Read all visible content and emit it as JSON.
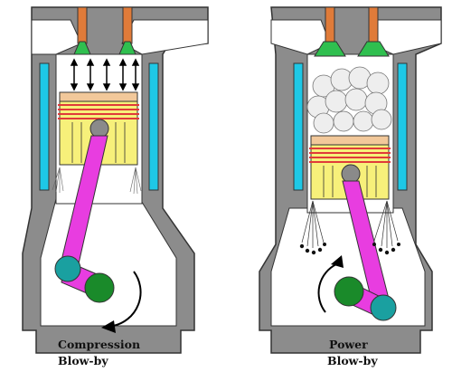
{
  "panels": [
    {
      "id": "compression",
      "caption_line1": "Compression",
      "caption_line2": "Blow-by"
    },
    {
      "id": "power",
      "caption_line1": "Power",
      "caption_line2": "Blow-by"
    }
  ],
  "colors": {
    "wall": "#8c8c8c",
    "wall_dark": "#555555",
    "coolant": "#1ec8e6",
    "valve_stem": "#e07b39",
    "valve_head": "#2fbf4f",
    "piston": "#f7f07a",
    "piston_top": "#f2c89a",
    "ring": "#e03a3a",
    "pin": "#8a8a8a",
    "rod": "#e83de0",
    "crank_left": "#1aa0a0",
    "crank_right": "#1a8a2a",
    "combustion": "#eeeeee"
  }
}
